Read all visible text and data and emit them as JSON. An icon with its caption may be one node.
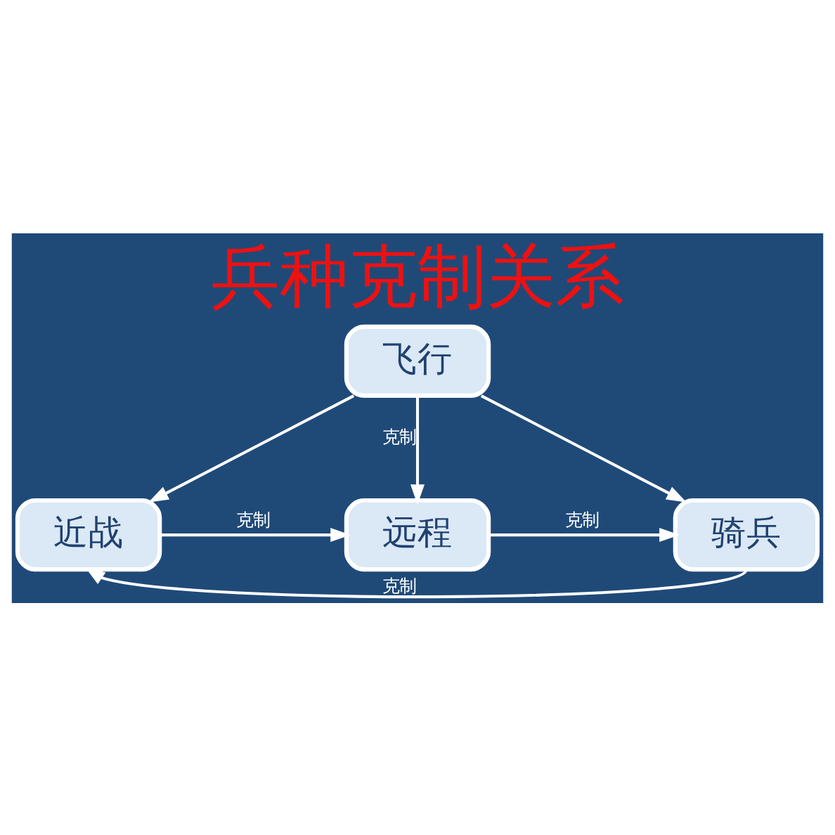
{
  "diagram": {
    "title": "兵种克制关系",
    "nodes": [
      {
        "text": [
          "飞行"
        ]
      },
      {
        "text": [
          "近战"
        ]
      },
      {
        "text": [
          "远程"
        ]
      },
      {
        "text": [
          "骑兵"
        ]
      }
    ],
    "edges": [
      {
        "from": 0,
        "to": 1,
        "arrow": "to"
      },
      {
        "from": 0,
        "to": 2,
        "arrow": "to",
        "label": "克制"
      },
      {
        "from": 0,
        "to": 3,
        "arrow": "to"
      },
      {
        "from": 1,
        "to": 2,
        "arrow": "to",
        "label": "克制"
      },
      {
        "from": 2,
        "to": 3,
        "arrow": "to",
        "label": "克制"
      },
      {
        "from": 3,
        "to": 1,
        "arrow": "to",
        "label": "克制"
      }
    ]
  }
}
